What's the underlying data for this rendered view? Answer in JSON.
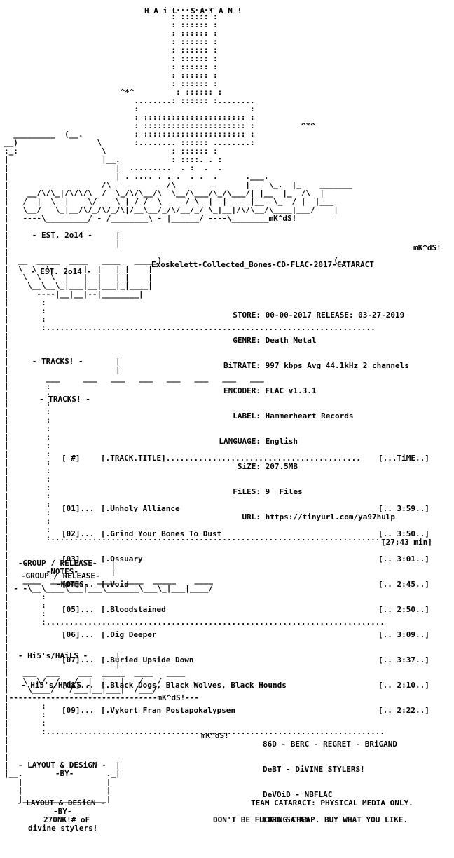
{
  "header": {
    "banner": "H A i L   S A T A N !"
  },
  "est": "- EST. 2o14 -",
  "release_name": "Exoskelett-Collected_Bones-CD-FLAC-2017-CATARACT",
  "signature": "mK^dS!",
  "info": [
    {
      "key": "STORE:",
      "value": "00-00-2017 RELEASE: 03-27-2019"
    },
    {
      "key": "GENRE:",
      "value": "Death Metal"
    },
    {
      "key": "BiTRATE:",
      "value": "997 kbps Avg 44.1kHz 2 channels"
    },
    {
      "key": "ENCODER:",
      "value": "FLAC v1.3.1"
    },
    {
      "key": "LABEL:",
      "value": "Hammerheart Records"
    },
    {
      "key": "LANGUAGE:",
      "value": "English"
    },
    {
      "key": "SiZE:",
      "value": "207.5MB"
    },
    {
      "key": "FiLES:",
      "value": "9  Files"
    },
    {
      "key": "URL:",
      "value": "https://tinyurl.com/ya97hulp"
    }
  ],
  "tracks_section": "- TRACKS! -",
  "track_header": {
    "num": "[ #]",
    "title": "[.TRACK.TITLE]..........................................",
    "time": "[...TiME..]"
  },
  "tracks": [
    {
      "num": "[01]...",
      "title": "[.Unholy Alliance",
      "time": "[.. 3:59..]"
    },
    {
      "num": "[02]...",
      "title": "[.Grind Your Bones To Dust",
      "time": "[.. 3:50..]"
    },
    {
      "num": "[03]...",
      "title": "[.Ossuary",
      "time": "[.. 3:01..]"
    },
    {
      "num": "[04]...",
      "title": "[.Void",
      "time": "[.. 2:45..]"
    },
    {
      "num": "[05]...",
      "title": "[.Bloodstained",
      "time": "[.. 2:50..]"
    },
    {
      "num": "[06]...",
      "title": "[.Dig Deeper",
      "time": "[.. 3:09..]"
    },
    {
      "num": "[07]...",
      "title": "[.Buried Upside Down",
      "time": "[.. 3:37..]"
    },
    {
      "num": "[08]...",
      "title": "[.Black Dogs, Black Wolves, Black Hounds",
      "time": "[.. 2:10..]"
    },
    {
      "num": "[09]...",
      "title": "[.Vykort Fran Postapokalypsen",
      "time": "[.. 2:22..]"
    }
  ],
  "total_time": "[27:43 min]",
  "group_notes_section": "-GROUP / RELEASE-",
  "group_notes_sub": "-NOTES-",
  "hails_section": "- Hi5's/HAiLS -",
  "hails": [
    "86D - BERC - REGRET - BRiGAND",
    "DeBT - DiVINE STYLERS!",
    "DeVOiD - NBFLAC",
    "LORD SATAN"
  ],
  "layout_section": "- LAYOUT & DESiGN -",
  "layout_by": "-BY-",
  "layout_author": "270NK!# oF",
  "layout_group": "divine stylers!",
  "footer": [
    "TEAM CATARACT: PHYSICAL MEDIA ONLY.",
    "DON'T BE FUCKING CHEAP. BUY WHAT YOU LIKE."
  ]
}
